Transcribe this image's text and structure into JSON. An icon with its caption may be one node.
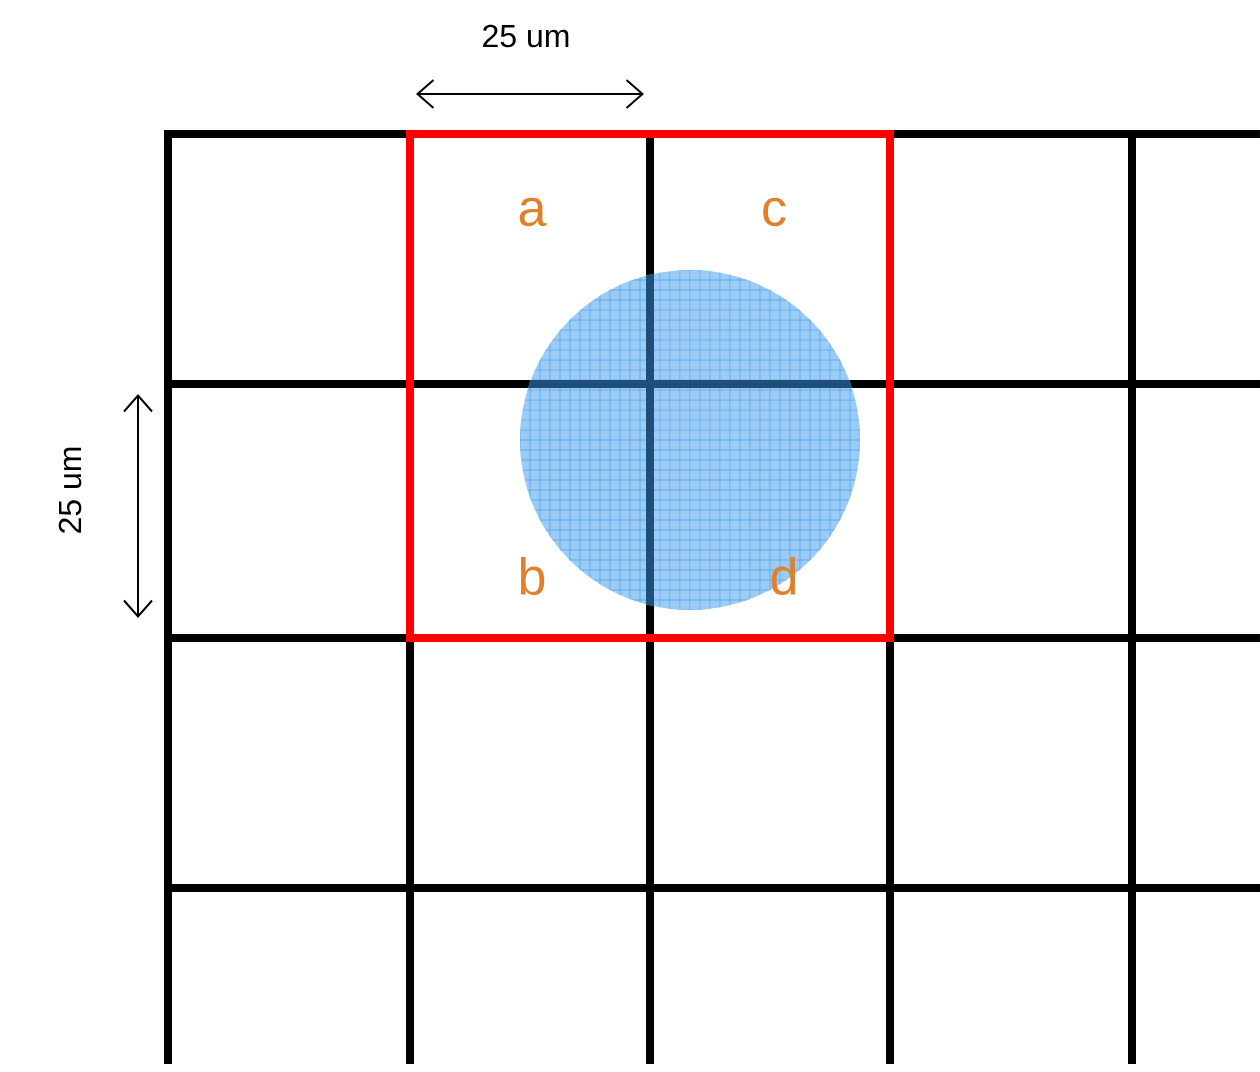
{
  "diagram": {
    "labels": [
      "25 um",
      "25 um",
      "a",
      "c",
      "b",
      "d"
    ]
  }
}
